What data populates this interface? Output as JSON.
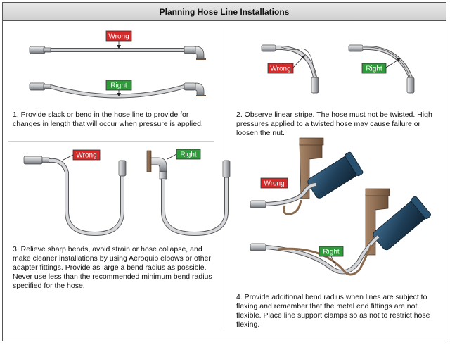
{
  "title": "Planning Hose Line Installations",
  "labels": {
    "wrong": "Wrong",
    "right": "Right"
  },
  "captions": {
    "c1": "1.  Provide slack or bend in the hose line to provide for changes in length that will occur when pressure is applied.",
    "c2": "2.  Observe linear stripe. The hose must not be twisted. High pressures applied to a twisted hose may cause failure or loosen the nut.",
    "c3": "3.  Relieve sharp bends, avoid strain or hose collapse, and make cleaner installations by using Aeroquip elbows or other adapter fittings. Provide as large a bend radius as possible. Never use less than the recommended minimum bend radius specified for the hose.",
    "c4": "4.  Provide additional bend radius when lines are subject to flexing and remember that the metal end fittings are not flexible. Place line support clamps so as not to restrict hose flexing."
  },
  "colors": {
    "wrong": "#d42a2a",
    "right": "#2f9a3a",
    "hose": "#b9bcc0",
    "bracket": "#8a6a4f",
    "actuator": "#1f3f58"
  }
}
